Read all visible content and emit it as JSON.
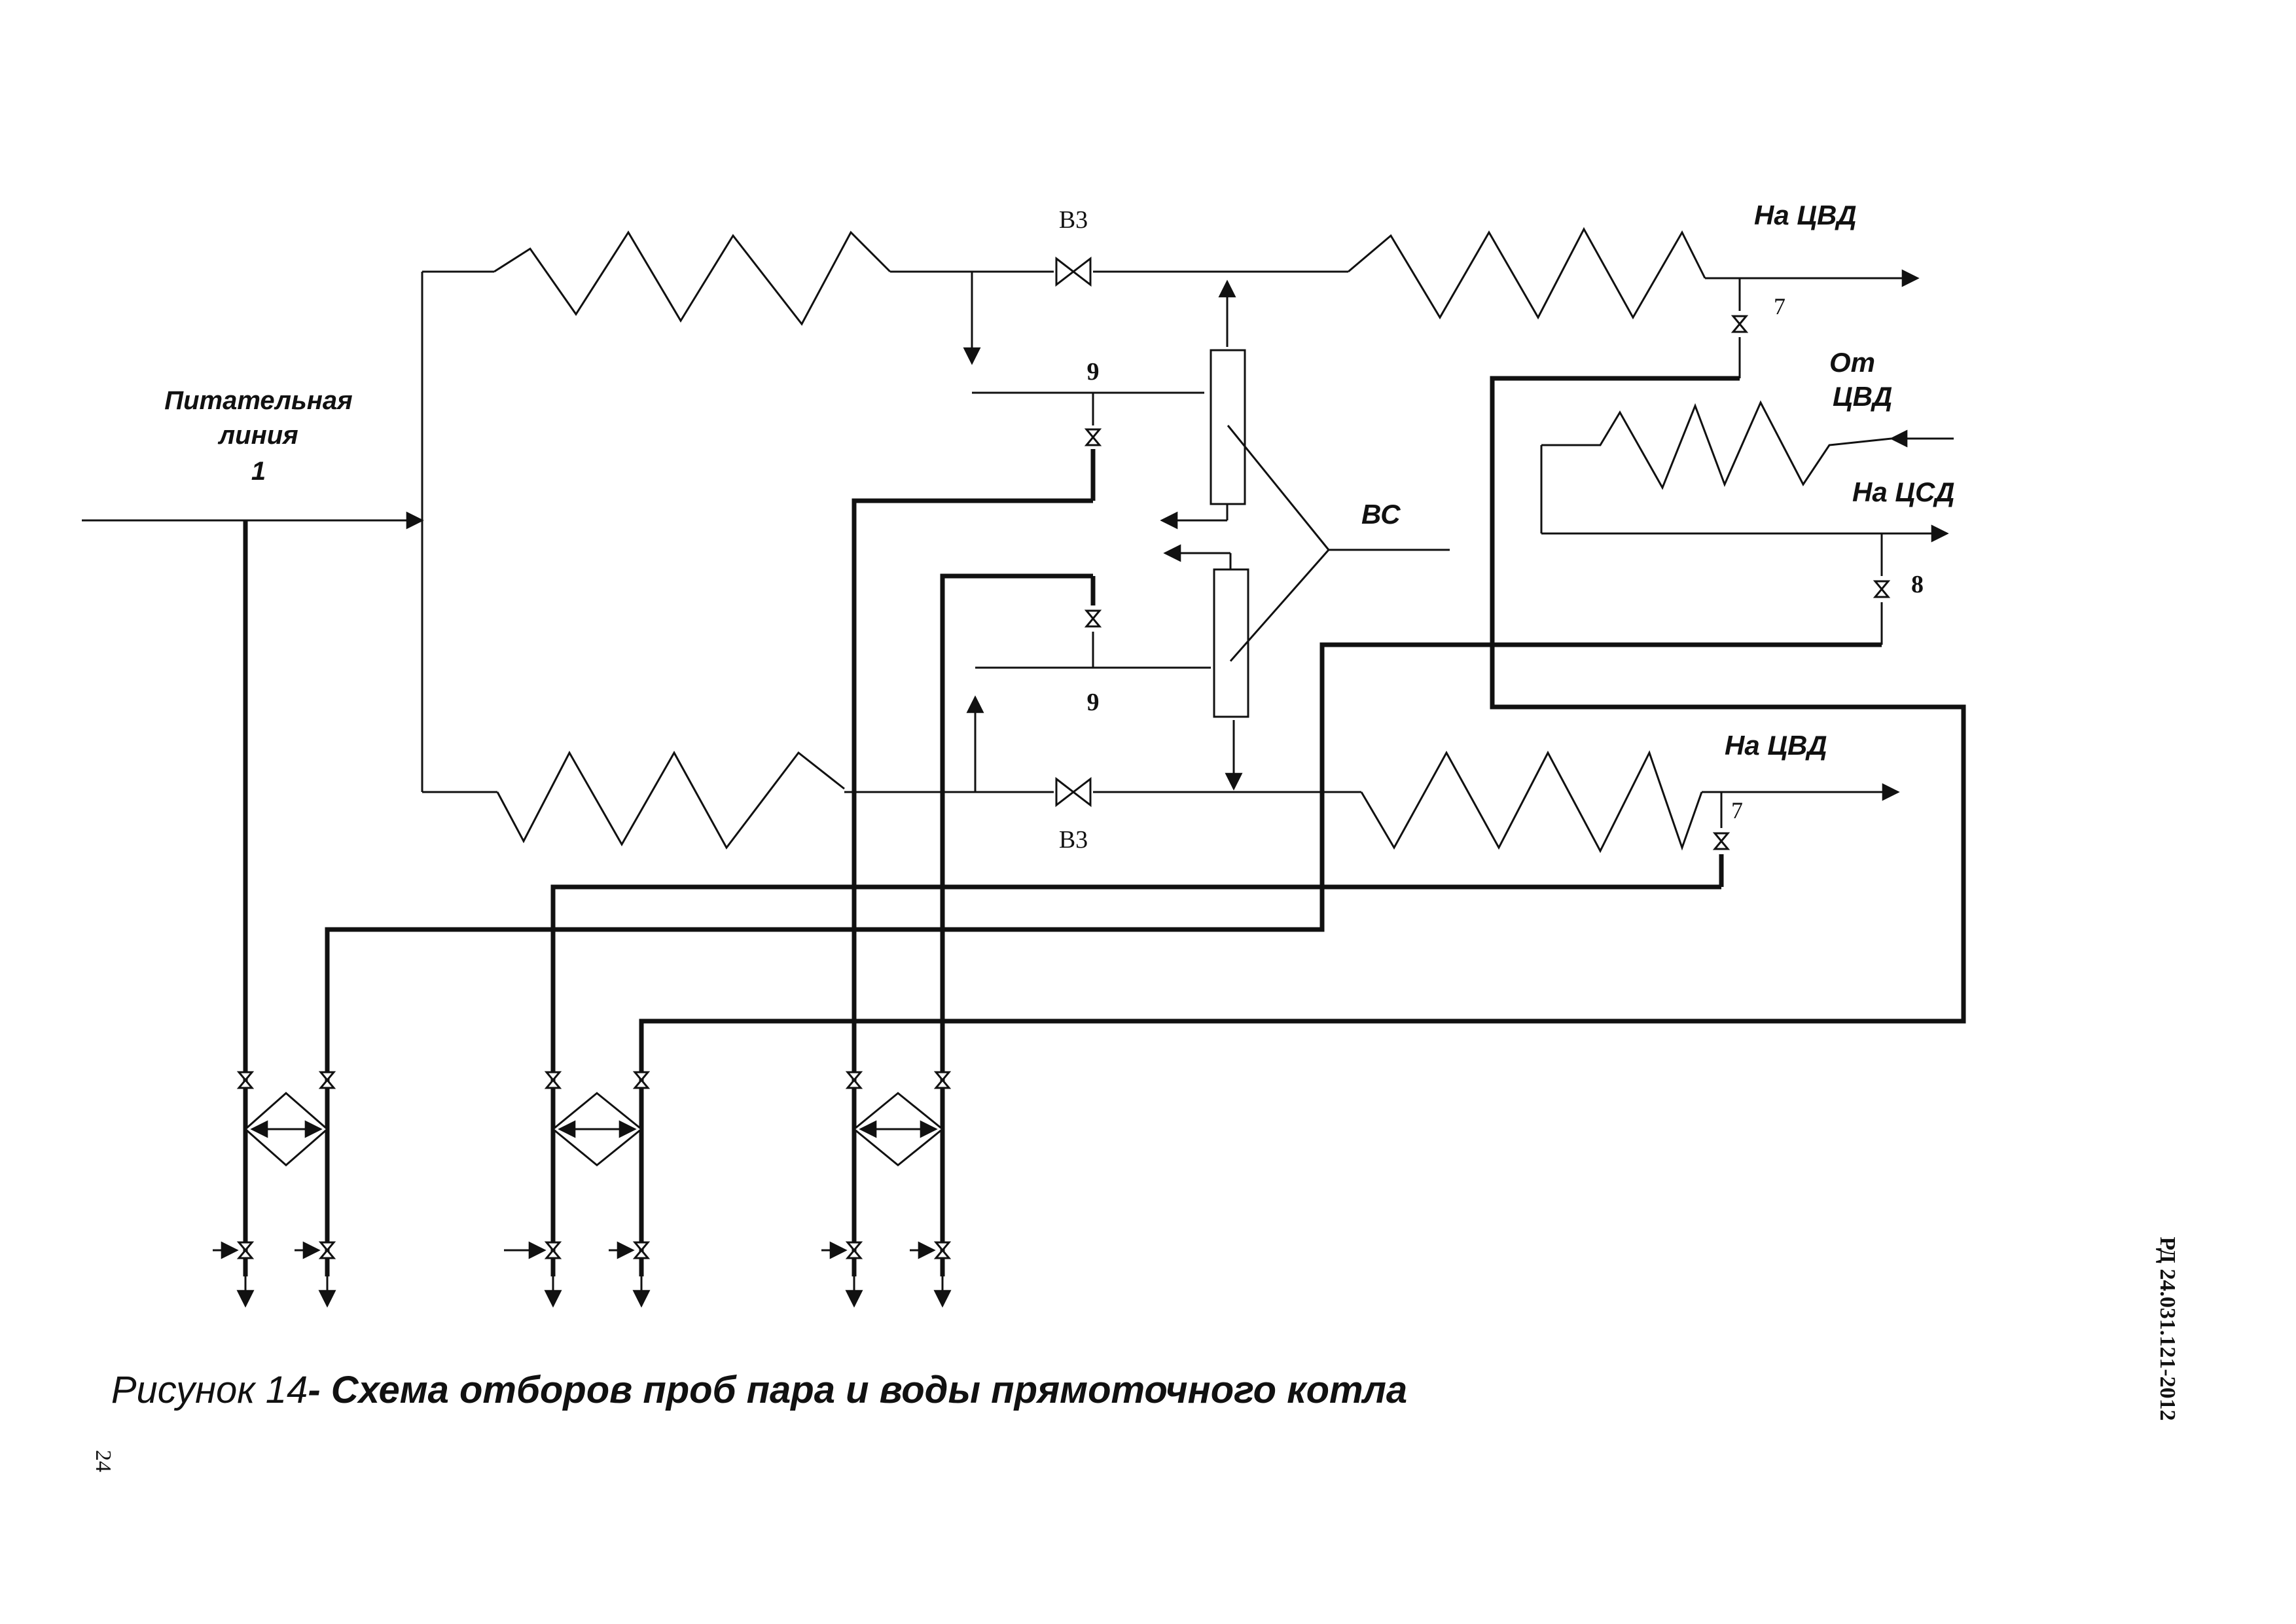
{
  "labels": {
    "feed_line_l1": "Питательная",
    "feed_line_l2": "линия",
    "feed_line_num": "1",
    "v3_top": "В3",
    "v3_bottom": "В3",
    "to_hpc_top": "На ЦВД",
    "to_hpc_bottom": "На ЦВД",
    "from_hpc_l1": "От",
    "from_hpc_l2": "ЦВД",
    "to_ipc": "На ЦСД",
    "vs": "ВС",
    "num_9_top": "9",
    "num_9_bottom": "9",
    "num_7_top": "7",
    "num_7_bottom": "7",
    "num_8": "8"
  },
  "caption": {
    "prefix": "Рисунок 14",
    "title": "- Схема отборов проб пара и воды прямоточного котла"
  },
  "document_code": "РД 24.031.121-2012",
  "page_number": "24"
}
